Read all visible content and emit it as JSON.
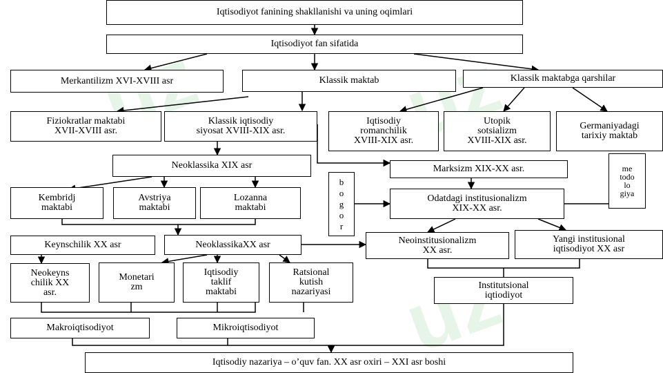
{
  "boxes": {
    "root": "Iqtisodiyot fanining shakllanishi va uning oqimlari",
    "fan_sifatida": "Iqtisodiyot fan sifatida",
    "merkantilizm": "Merkantilizm  XVI-XVIII asr",
    "klassik": "Klassik maktab",
    "qarshilar": "Klassik maktabga qarshilar",
    "fiziokratlar": "Fiziokratlar maktabi\nXVII-XVIII asr.",
    "klassik_siyosat": "Klassik iqtisodiy\nsiyosat XVIII-XIX asr.",
    "romanchilik": "Iqtisodiy\nromanchilik\nXVIII-XIX asr.",
    "utopik": "Utopik\nsotsializm\nXVIII-XIX asr.",
    "germaniya": "Germaniyadagi\ntarixiy maktab",
    "metodologiya": "me\ntodo\nlo\ngiya",
    "neoklassika19": "Neoklassika XIX asr",
    "marksizm": "Marksizm XIX-XX asr.",
    "bogor": "b\no\ng\no\nr",
    "kembridj": "Kembridj\nmaktabi",
    "avstriya": "Avstriya\nmaktabi",
    "lozanna": "Lozanna\nmaktabi",
    "odatdagi": "Odatdagi institusionalizm\nXIX-XX asr.",
    "keynschilik": "Keynschilik XX asr",
    "neoklassika20": "NeoklassikaXX asr",
    "neoinst": "Neoinstitusionalizm\nXX asr.",
    "yangi_inst": "Yangi institusional\niqtisodiyot XX asr",
    "neokeyns": "Neokeyns\nchilik XX\nasr.",
    "monetarizm": "Monetari\nzm",
    "taklif": "Iqtisodiy\ntaklif\nmaktabi",
    "ratsional": "Ratsional\nkutish\nnazariyasi",
    "inst_iqt": "Institutsional\niqtiodiyot",
    "makro": "Makroiqtisodiyot",
    "mikro": "Mikroiqtisodiyot",
    "final": "Iqtisodiy nazariya – o’quv fan. XX asr oxiri – XXI asr boshi"
  },
  "watermark": "uz"
}
